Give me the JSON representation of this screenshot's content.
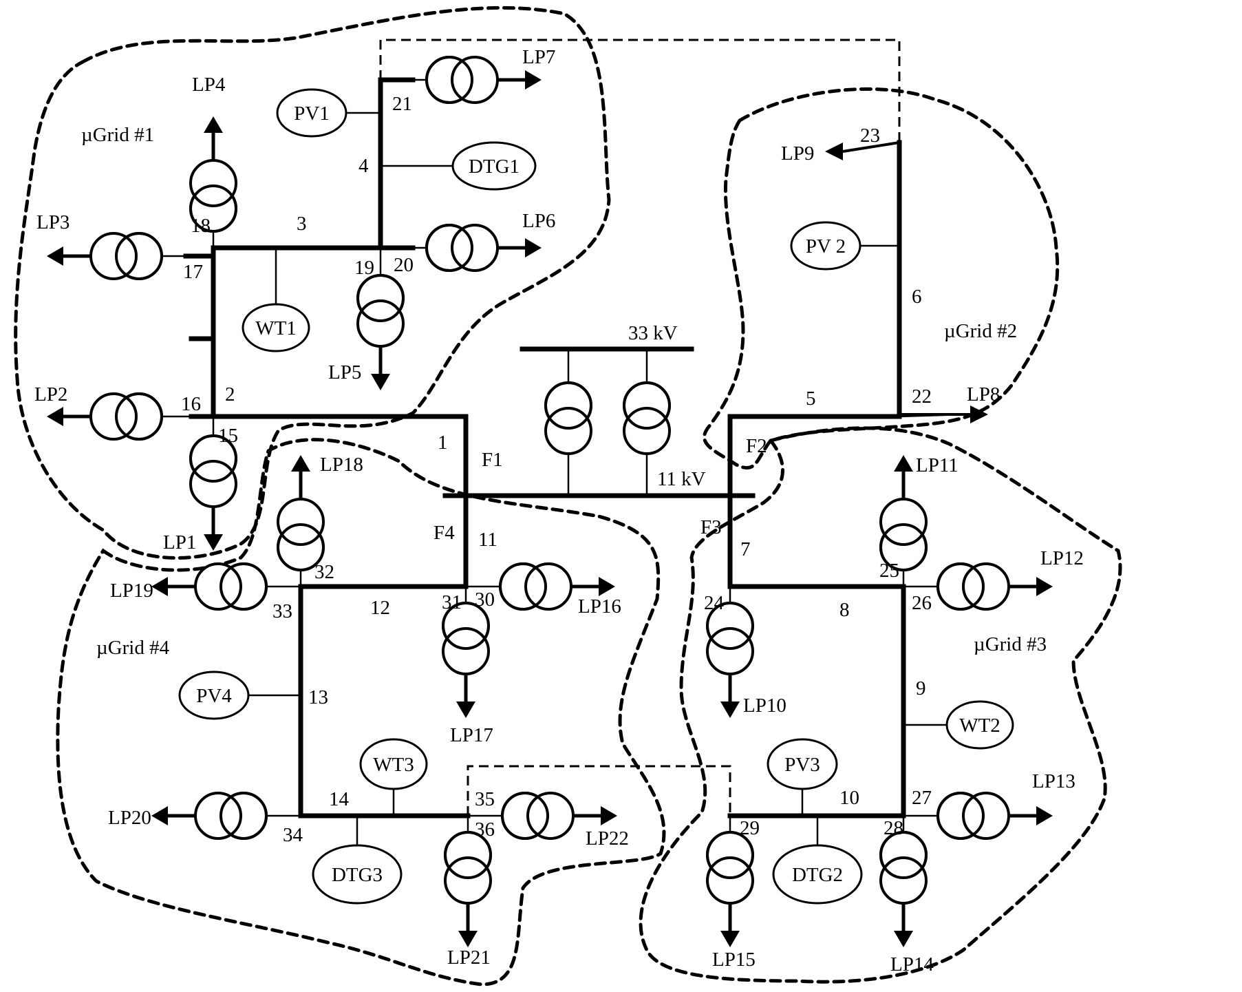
{
  "diagram": {
    "voltage_labels": {
      "hv": "33 kV",
      "mv": "11 kV"
    },
    "feeders": [
      "F1",
      "F2",
      "F3",
      "F4"
    ],
    "microgrids": [
      "µGrid #1",
      "µGrid #2",
      "µGrid #3",
      "µGrid #4"
    ],
    "bus_numbers": [
      "1",
      "2",
      "3",
      "4",
      "5",
      "6",
      "7",
      "8",
      "9",
      "10",
      "11",
      "12",
      "13",
      "14",
      "15",
      "16",
      "17",
      "18",
      "19",
      "20",
      "21",
      "22",
      "23",
      "24",
      "25",
      "26",
      "27",
      "28",
      "29",
      "30",
      "31",
      "32",
      "33",
      "34",
      "35",
      "36"
    ],
    "loads": [
      "LP1",
      "LP2",
      "LP3",
      "LP4",
      "LP5",
      "LP6",
      "LP7",
      "LP8",
      "LP9",
      "LP10",
      "LP11",
      "LP12",
      "LP13",
      "LP14",
      "LP15",
      "LP16",
      "LP17",
      "LP18",
      "LP19",
      "LP20",
      "LP21",
      "LP22"
    ],
    "generators": [
      "PV1",
      "PV 2",
      "PV3",
      "PV4",
      "WT1",
      "WT2",
      "WT3",
      "DTG1",
      "DTG2",
      "DTG3"
    ]
  }
}
